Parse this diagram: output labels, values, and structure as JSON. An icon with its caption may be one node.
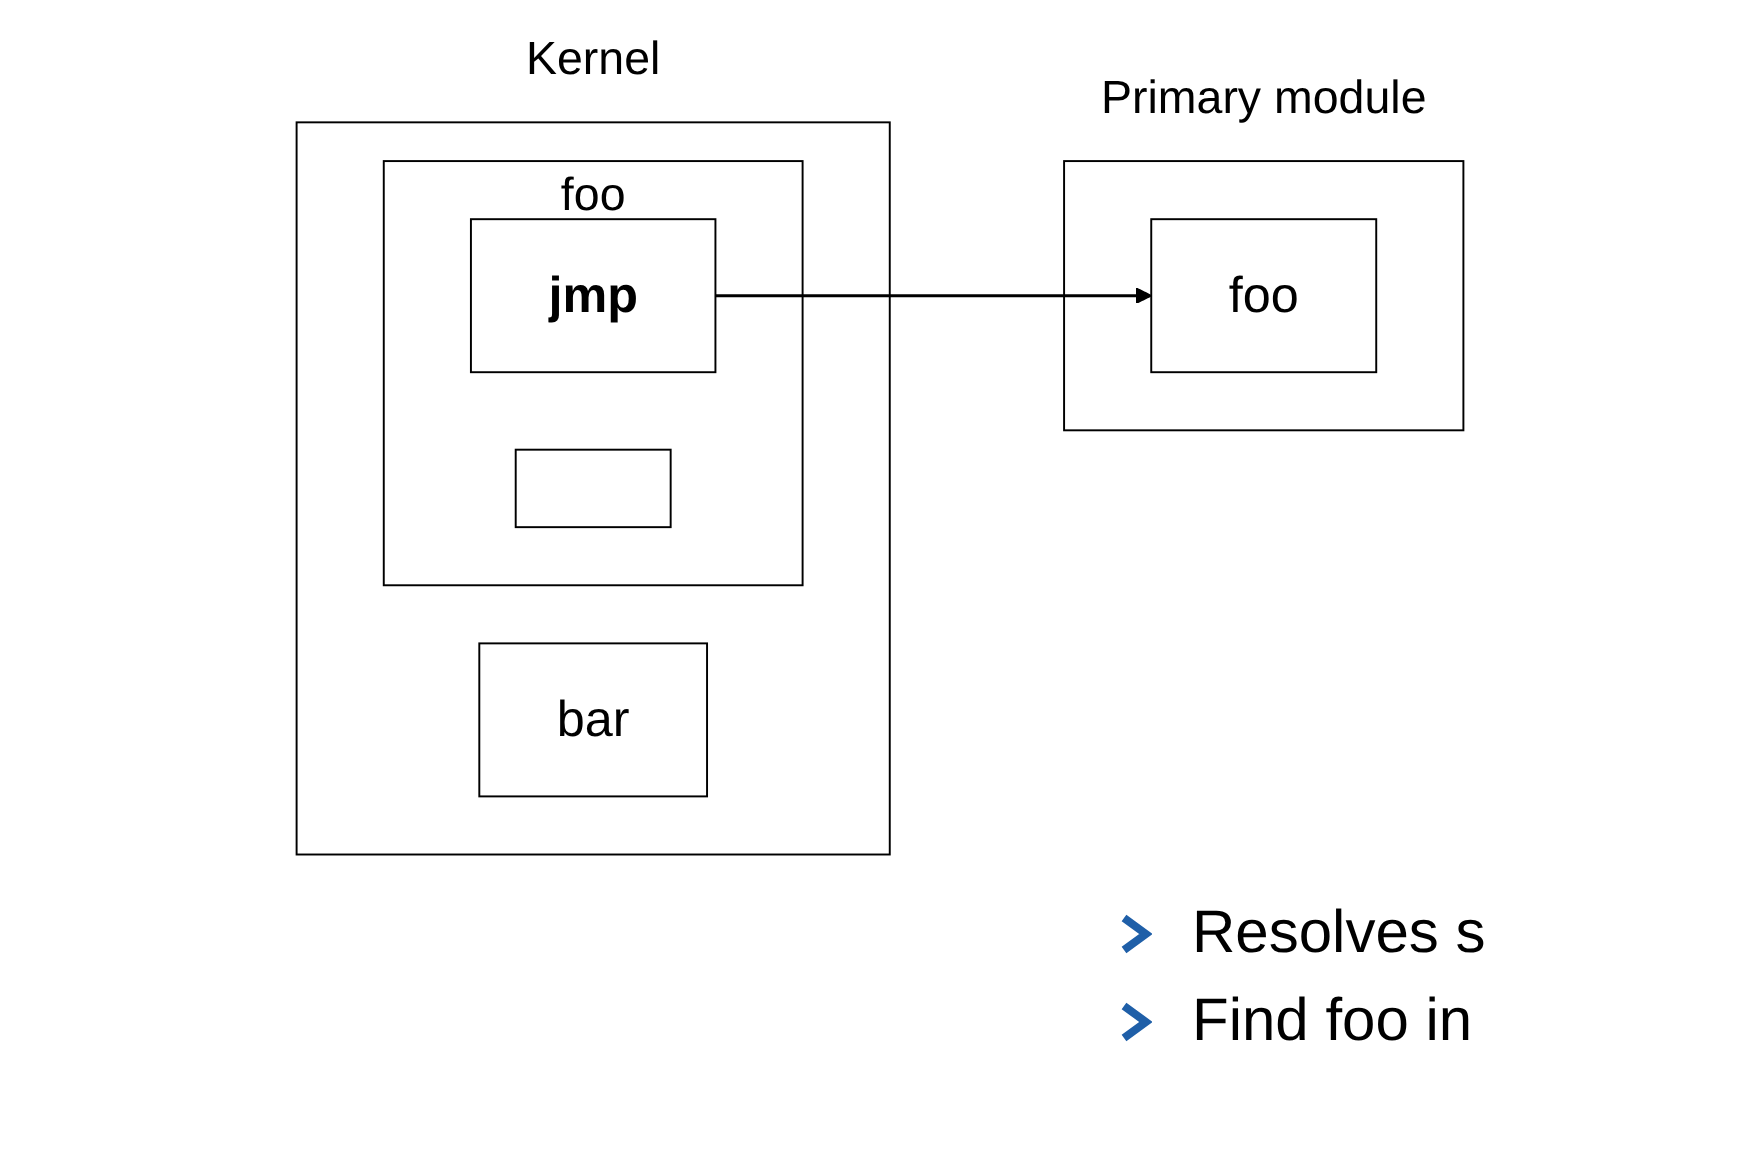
{
  "diagram": {
    "nodes": [
      {
        "text": [
          "Kernel"
        ]
      },
      {
        "text": [
          "foo"
        ],
        "in": 0
      },
      {
        "text": [
          "jmp"
        ],
        "in": 1
      },
      {
        "text": [],
        "shape": "box",
        "in": 1
      },
      {
        "text": [
          "bar"
        ],
        "in": 0
      },
      {
        "text": [
          "Primary module"
        ]
      },
      {
        "text": [
          "foo"
        ],
        "in": 5
      }
    ],
    "edges": [
      {
        "from": 2,
        "to": 6,
        "arrow": "to"
      }
    ],
    "labels": [
      "Resolves s",
      "Find foo in"
    ]
  }
}
